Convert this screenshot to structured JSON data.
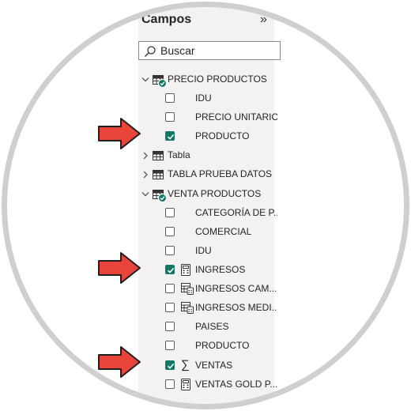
{
  "panel": {
    "title": "Campos",
    "collapse_glyph": "»",
    "search_placeholder": "Buscar"
  },
  "colors": {
    "panel_bg": "#f3f2f1",
    "check_green": "#117865",
    "arrow_red": "#e8443a"
  },
  "tables": [
    {
      "name": "PRECIO PRODUCTOS",
      "expanded": true,
      "has_selection": true,
      "fields": [
        {
          "label": "IDU",
          "checked": false,
          "icon": "none"
        },
        {
          "label": "PRECIO UNITARIO",
          "checked": false,
          "icon": "none"
        },
        {
          "label": "PRODUCTO",
          "checked": true,
          "icon": "none"
        }
      ]
    },
    {
      "name": "Tabla",
      "expanded": false,
      "has_selection": false,
      "fields": []
    },
    {
      "name": "TABLA PRUEBA DATOS",
      "expanded": false,
      "has_selection": false,
      "fields": []
    },
    {
      "name": "VENTA PRODUCTOS",
      "expanded": true,
      "has_selection": true,
      "fields": [
        {
          "label": "CATEGORÍA DE P...",
          "checked": false,
          "icon": "none"
        },
        {
          "label": "COMERCIAL",
          "checked": false,
          "icon": "none"
        },
        {
          "label": "IDU",
          "checked": false,
          "icon": "none"
        },
        {
          "label": "INGRESOS",
          "checked": true,
          "icon": "calculator-icon"
        },
        {
          "label": "INGRESOS CAM...",
          "checked": false,
          "icon": "quick-measure-icon"
        },
        {
          "label": "INGRESOS MEDI...",
          "checked": false,
          "icon": "quick-measure-icon"
        },
        {
          "label": "PAISES",
          "checked": false,
          "icon": "none"
        },
        {
          "label": "PRODUCTO",
          "checked": false,
          "icon": "none"
        },
        {
          "label": "VENTAS",
          "checked": true,
          "icon": "sigma-icon"
        },
        {
          "label": "VENTAS GOLD P...",
          "checked": false,
          "icon": "calculator-icon"
        }
      ]
    }
  ]
}
